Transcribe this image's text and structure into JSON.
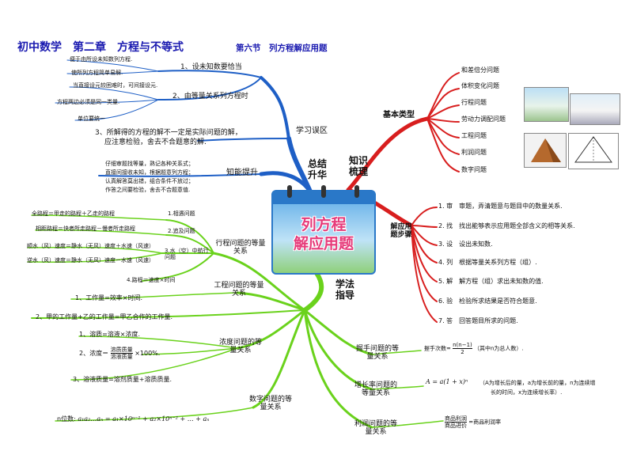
{
  "title": "初中数学　第二章　方程与不等式",
  "section": "第六节　列方程解应用题",
  "center": {
    "line1": "列方程",
    "line2": "解应用题"
  },
  "hubs": {
    "summary": "总结升华",
    "knowledge": "知识梳理",
    "method": "学法指导"
  },
  "branch_labels": {
    "mistakes": "学习误区",
    "ability": "知能提升",
    "basic_types": "基本类型",
    "solve_steps": "解应用题步骤",
    "travel": "行程问题的等量关系",
    "engineering": "工程问题的等量关系",
    "concentration": "浓度问题的等量关系",
    "digit": "数字问题的等量关系",
    "handshake": "握手问题的等量关系",
    "growth": "增长率问题的等量关系",
    "profit": "利润问题的等量关系"
  },
  "mistakes": {
    "m1": "1、设未知数要恰当",
    "m1a": "便于由所设未知数列方程.",
    "m1b": "使所列方程简单易解.",
    "m2": "2、由等量关系列方程时",
    "m2a": "当直接设元较困难时，可间接设元.",
    "m2b": "方程两边必须是同一类量.",
    "m2c": "单位要统一",
    "m3a": "3、所解得的方程的解不一定是实际问题的解，",
    "m3b": "应注意检验，舍去不合题意的解."
  },
  "ability": [
    "仔细审题找等量，熟记各种关系式；",
    "直接间接收未知，根据题意列方程；",
    "认真解答莫出错，组合条件不放过；",
    "作答之间要检验，舍去不合题意值."
  ],
  "basic_types": [
    "和差倍分问题",
    "体积变化问题",
    "行程问题",
    "劳动力调配问题",
    "工程问题",
    "利润问题",
    "数字问题"
  ],
  "steps": [
    "1. 审　审题，弄清题意与题目中的数量关系.",
    "2. 找　找出能够表示应用题全部含义的相等关系.",
    "3. 设　设出未知数.",
    "4. 列　根据等量关系列方程（组）.",
    "5. 解　解方程（组）求出未知数的值.",
    "6. 验　检验所求结果是否符合题意.",
    "7. 答　回答题目所求的问题."
  ],
  "travel": {
    "meet": "1.相遇问题",
    "meet_rel": "全路程＝甲走的路程＋乙走的路程",
    "chase": "2.追及问题",
    "chase_rel": "相距路程＝快者所走路程－慢者所走路程",
    "flow": "3.水（空）中航行问题",
    "flow_rel1": "顺水（风）速度＝静水（无风）速度＋水速（风速）",
    "flow_rel2": "逆水（风）速度＝静水（无风）速度－水速（风速）",
    "basic": "4.路程＝速度×时间"
  },
  "engineering": {
    "e1": "1、工作量=效率×时间.",
    "e2": "2、甲的工作量+乙的工作量=甲乙合作的工作量."
  },
  "concentration": {
    "c1": "1、溶质=溶液×浓度.",
    "c2_pre": "2、浓度＝",
    "c2_num": "溶质质量",
    "c2_den": "溶液质量",
    "c2_post": "×100%.",
    "c3": "3、溶液质量=溶剂质量+溶质质量."
  },
  "digit": {
    "prefix": "n位数:",
    "formula": "a₁a₂…aₙ = a₁×10ⁿ⁻¹ + a₂×10ⁿ⁻² + … + aₙ"
  },
  "handshake": {
    "prefix": "握手次数=",
    "num": "n(n−1)",
    "den": "2",
    "suffix": "（其中n为总人数）."
  },
  "growth": {
    "formula": "A = a(1 + x)ⁿ",
    "desc1": "（A为增长后的量，a为增长前的量，n为连续增",
    "desc2": "长的时间，x为连续增长率）."
  },
  "profit": {
    "num": "商品利润",
    "den": "商品进价",
    "suffix": "=商品利润率"
  },
  "colors": {
    "blue": "#1e5fc6",
    "red": "#d81e1e",
    "green": "#6ad21c",
    "title": "#1a1ab0",
    "pink": "#e63b7a"
  }
}
